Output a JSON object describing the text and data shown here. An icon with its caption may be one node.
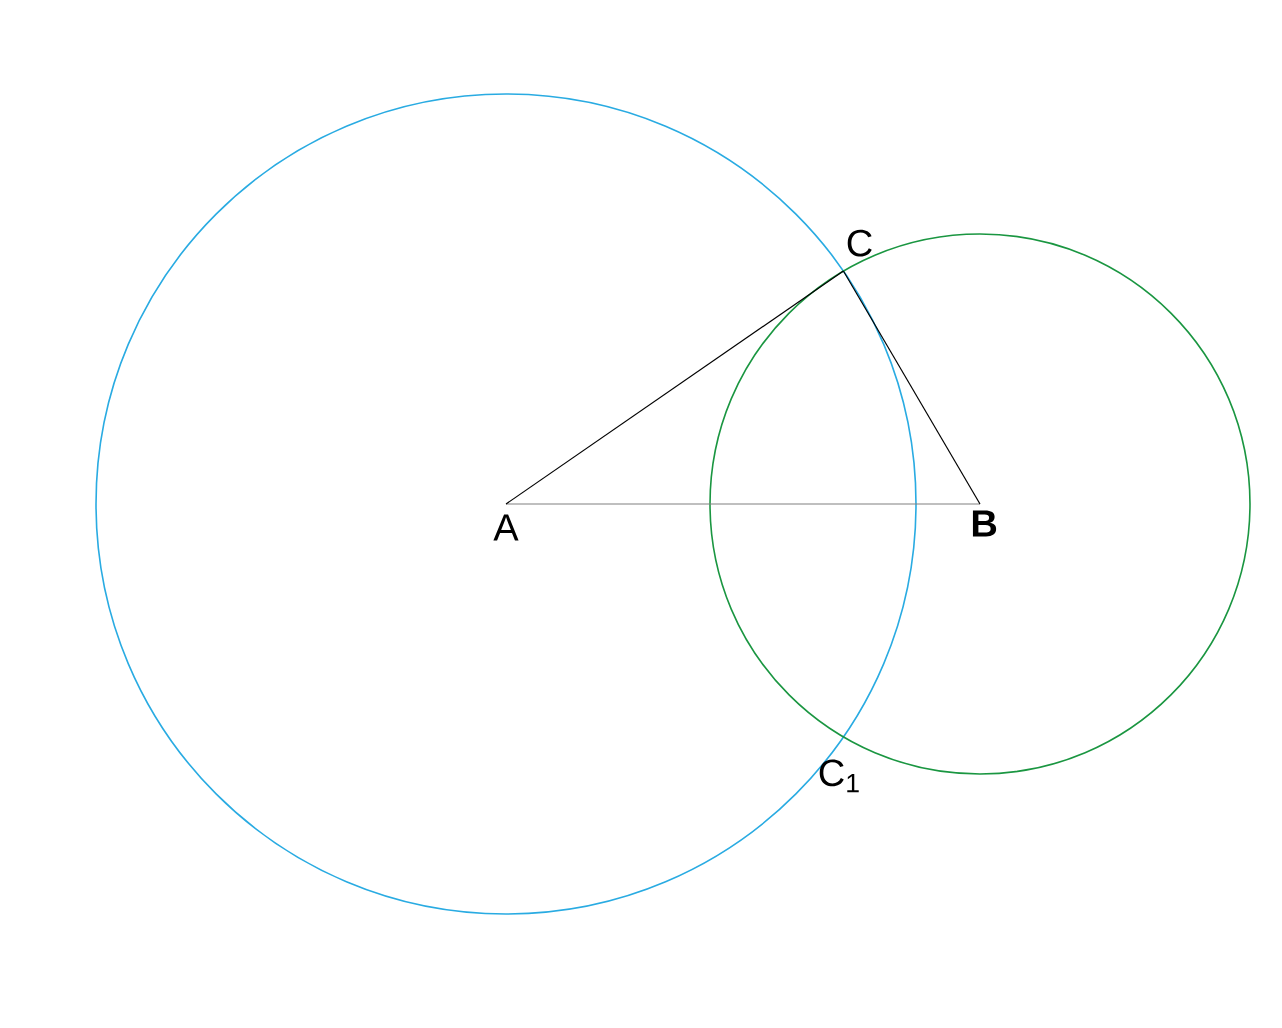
{
  "diagram": {
    "nodes": [
      {
        "text": [
          "A"
        ]
      },
      {
        "text": [
          "B"
        ]
      },
      {
        "text": [
          "C"
        ]
      },
      {
        "text": [
          "C$_{1}$"
        ]
      }
    ],
    "edges": [
      {
        "from": 0,
        "to": 1,
        "arrow": "none",
        "color": "#808080"
      },
      {
        "from": 0,
        "to": 2,
        "arrow": "none"
      },
      {
        "from": 2,
        "to": 1,
        "arrow": "none"
      }
    ]
  }
}
